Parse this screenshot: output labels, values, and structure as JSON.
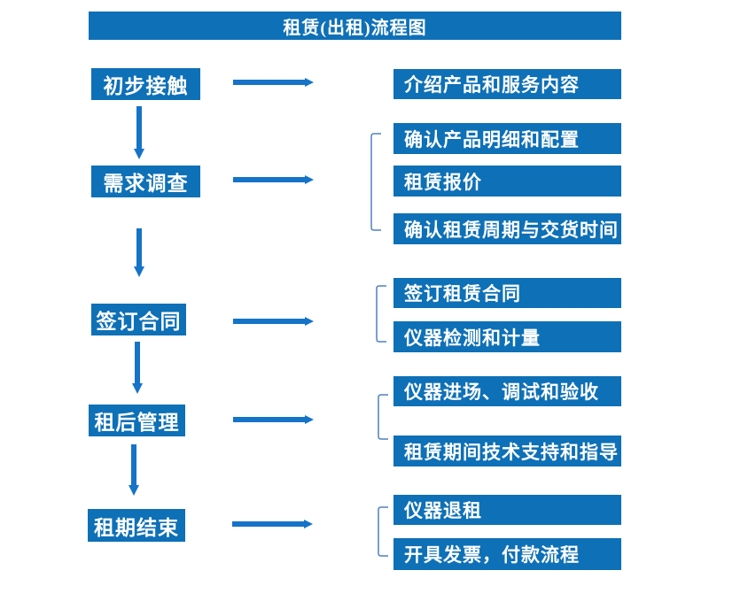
{
  "title": "租赁(出租)流程图",
  "colors": {
    "primary": "#0e70b7",
    "arrow": "#1573c8",
    "bracket": "#4f81bd",
    "text": "#ffffff",
    "background": "#ffffff"
  },
  "stages": [
    {
      "label": "初步接触",
      "outputs": [
        "介绍产品和服务内容"
      ]
    },
    {
      "label": "需求调查",
      "outputs": [
        "确认产品明细和配置",
        "租赁报价",
        "确认租赁周期与交货时间"
      ]
    },
    {
      "label": "签订合同",
      "outputs": [
        "签订租赁合同",
        "仪器检测和计量"
      ]
    },
    {
      "label": "租后管理",
      "outputs": [
        "仪器进场、调试和验收",
        "租赁期间技术支持和指导"
      ]
    },
    {
      "label": "租期结束",
      "outputs": [
        "仪器退租",
        "开具发票，付款流程"
      ]
    }
  ]
}
